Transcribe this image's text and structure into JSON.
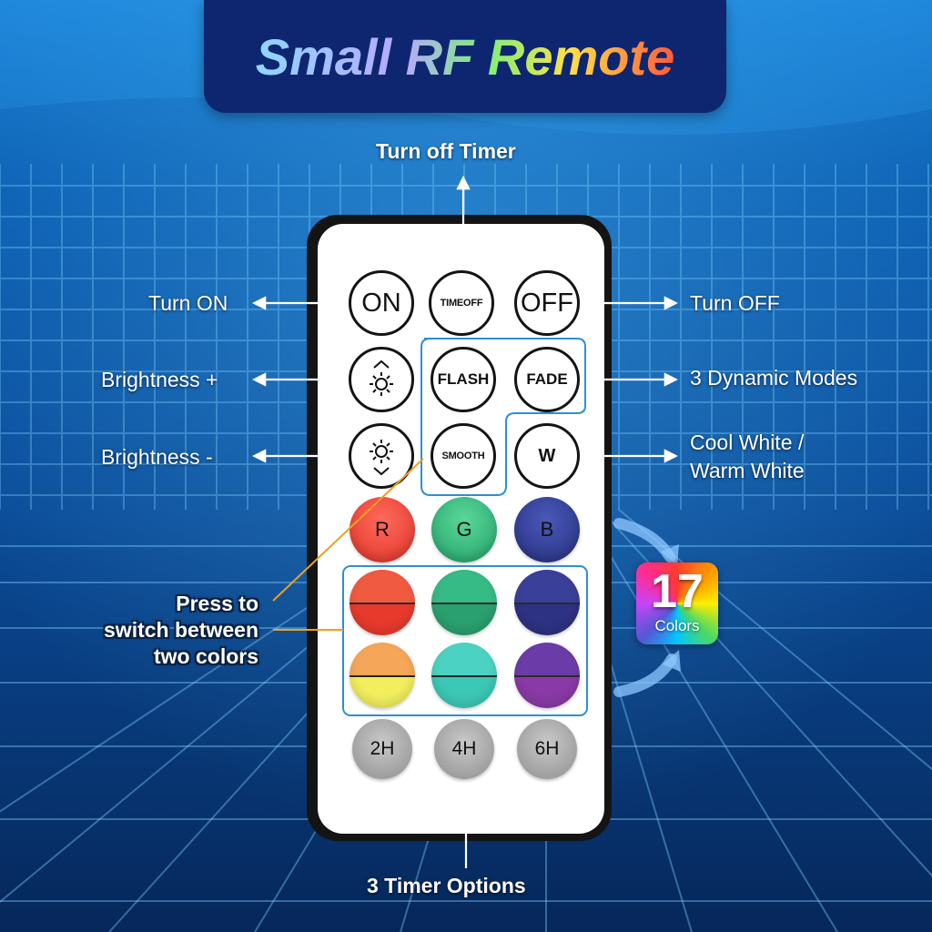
{
  "title": "Small RF Remote",
  "callouts": {
    "turn_off_timer": "Turn off Timer",
    "turn_on": "Turn ON",
    "turn_off": "Turn OFF",
    "brightness_up": "Brightness +",
    "brightness_down": "Brightness -",
    "dynamic_modes": "3 Dynamic Modes",
    "cool_white": "Cool White /",
    "warm_white": "Warm White",
    "press_line1": "Press to",
    "press_line2": "switch between",
    "press_line3": "two colors",
    "timer_options": "3 Timer Options"
  },
  "badge": {
    "number": "17",
    "text": "Colors"
  },
  "buttons": {
    "on": "ON",
    "timeoff": "TIMEOFF",
    "off": "OFF",
    "flash": "FLASH",
    "fade": "FADE",
    "smooth": "SMOOTH",
    "w": "W",
    "r": "R",
    "g": "G",
    "b": "B",
    "t2h": "2H",
    "t4h": "4H",
    "t6h": "6H"
  },
  "icons": {
    "brightness_up": "sun-arrow-up-icon",
    "brightness_down": "sun-arrow-down-icon"
  },
  "colors": {
    "red": "#e8423a",
    "green": "#2fb27a",
    "blue": "#2c3b94",
    "orange_red": "#e84a32",
    "sea_green": "#32b07e",
    "indigo": "#353a8e",
    "orange": "#f0a050",
    "yellow": "#f6f05a",
    "teal": "#45d0c0",
    "purple": "#6a3ca8",
    "violet": "#8d3aa8",
    "accent_line": "#2f8fd0",
    "callout_orange": "#f0a020"
  }
}
